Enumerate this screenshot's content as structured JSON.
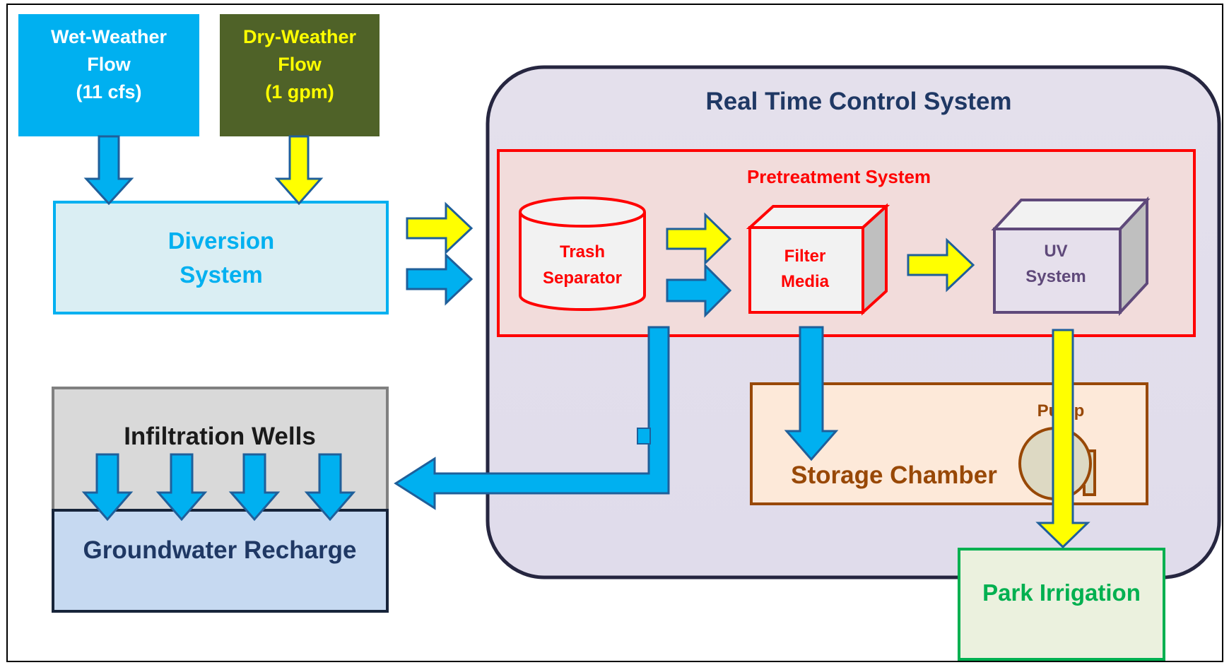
{
  "colors": {
    "wet_flow": "#00b0f0",
    "dry_flow": "#4f6228",
    "dry_flow_text": "#ffff00",
    "blue_arrow": "#00b0f0",
    "yellow_arrow": "#ffff00",
    "diversion_text": "#00b0f0",
    "rtc_title": "#1f3864",
    "pretreatment": "#ff0000",
    "uv": "#5f497a",
    "storage": "#984806",
    "irrigation": "#00b050",
    "groundwater_text": "#1f3864"
  },
  "wet_weather": {
    "line1": "Wet-Weather",
    "line2": "Flow",
    "line3": "(11 cfs)"
  },
  "dry_weather": {
    "line1": "Dry-Weather",
    "line2": "Flow",
    "line3": "(1 gpm)"
  },
  "diversion": {
    "line1": "Diversion",
    "line2": "System"
  },
  "rtc": {
    "title": "Real Time Control System"
  },
  "pretreatment": {
    "title": "Pretreatment System"
  },
  "trash": {
    "line1": "Trash",
    "line2": "Separator"
  },
  "filter": {
    "line1": "Filter",
    "line2": "Media"
  },
  "uv": {
    "line1": "UV",
    "line2": "System"
  },
  "storage": {
    "label": "Storage Chamber",
    "pump": "Pump"
  },
  "irrigation": {
    "label": "Park Irrigation"
  },
  "infiltration": {
    "label": "Infiltration Wells"
  },
  "groundwater": {
    "label": "Groundwater Recharge"
  }
}
